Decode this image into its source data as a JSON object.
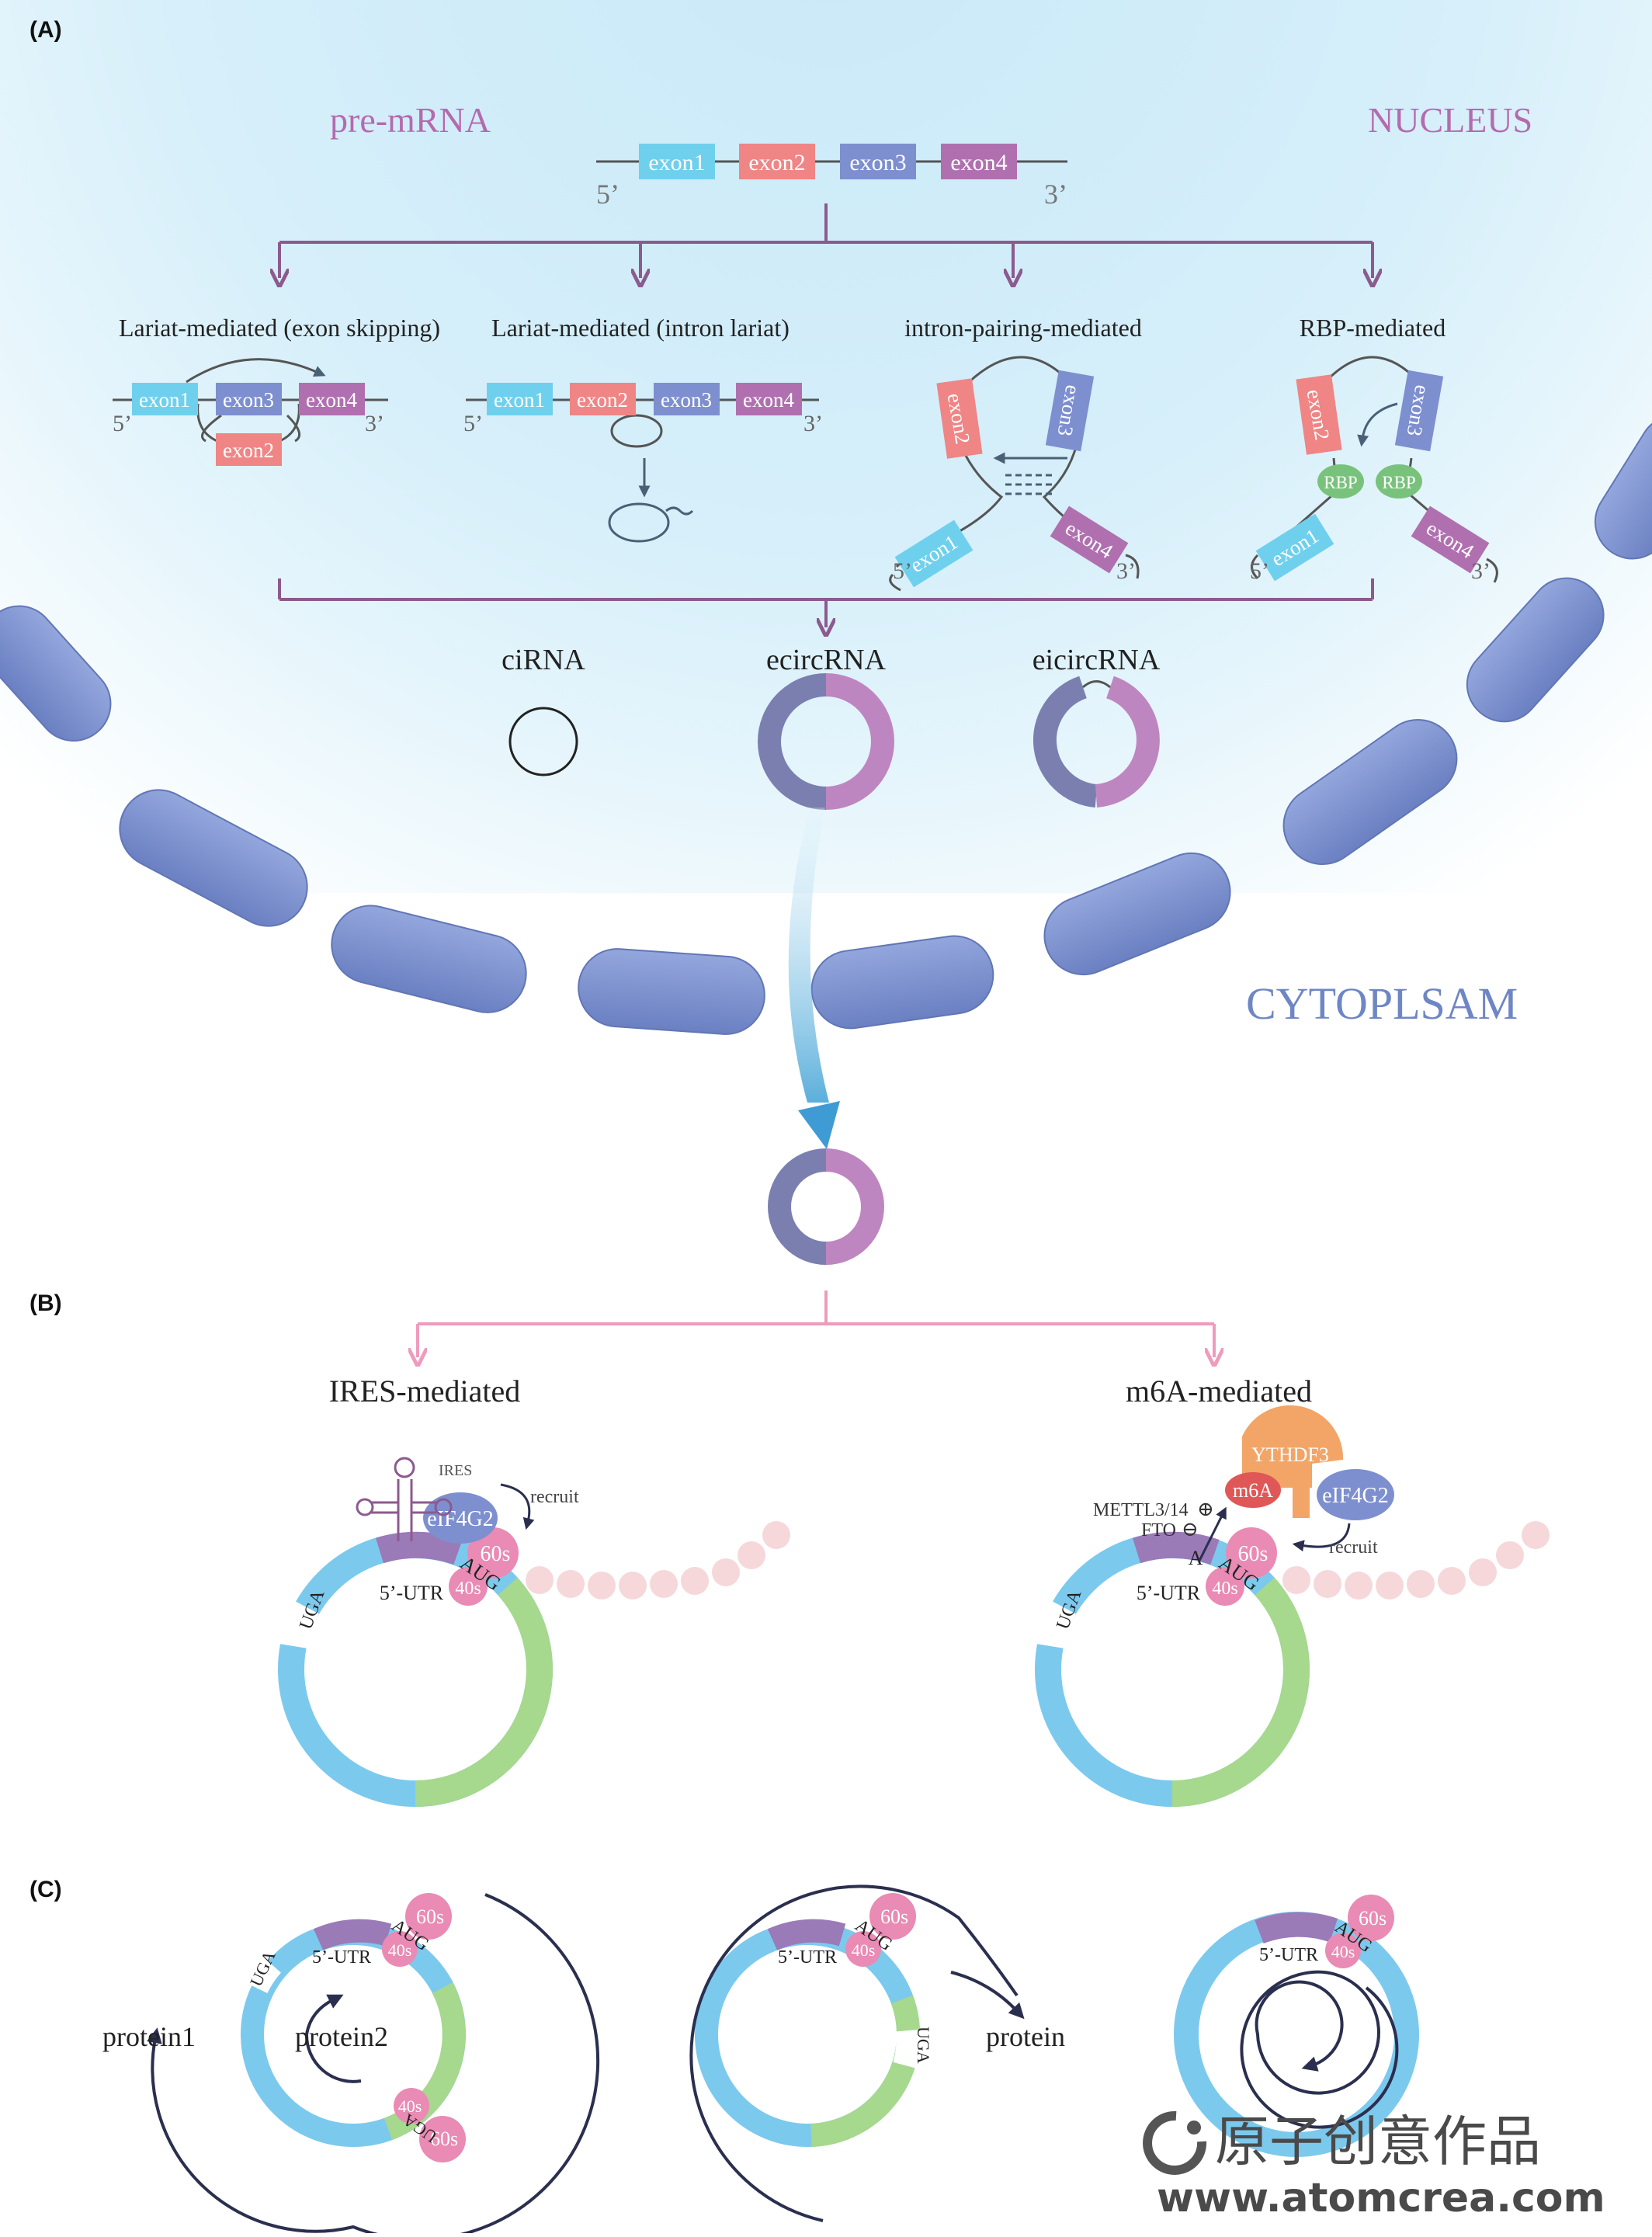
{
  "panels": {
    "a": "(A)",
    "b": "(B)",
    "c": "(C)"
  },
  "compartments": {
    "nucleus": "NUCLEUS",
    "cytoplasm": "CYTOPLSAM",
    "pre_mrna": "pre-mRNA"
  },
  "exons": {
    "e1": "exon1",
    "e2": "exon2",
    "e3": "exon3",
    "e4": "exon4"
  },
  "ends": {
    "five": "5’",
    "three": "3’"
  },
  "mechanisms": {
    "m1": "Lariat-mediated (exon skipping)",
    "m2": "Lariat-mediated (intron lariat)",
    "m3": "intron-pairing-mediated",
    "m4": "RBP-mediated",
    "rbp": "RBP"
  },
  "circ_types": {
    "ci": "ciRNA",
    "ec": "ecircRNA",
    "eic": "eicircRNA"
  },
  "translation": {
    "ires_title": "IRES-mediated",
    "m6a_title": "m6A-mediated",
    "ires": "IRES",
    "eif4g2": "eIF4G2",
    "recruit": "recruit",
    "ythdf3": "YTHDF3",
    "m6a": "m6A",
    "mettl": "METTL3/14",
    "fto": "FTO",
    "plus": "⊕",
    "minus": "⊖",
    "r60s": "60s",
    "r40s": "40s",
    "aug": "AUG",
    "utr": "5’-UTR",
    "uga": "UGA",
    "a": "A"
  },
  "modes": {
    "protein1": "protein1",
    "protein2": "protein2",
    "protein": "protein"
  },
  "watermark": {
    "brand": "原子创意作品",
    "url": "www.atomcrea.com"
  },
  "colors": {
    "nucleus_bg": "#d9f0fb",
    "envelope": "#7e95d1",
    "purple_line": "#8c5a8e",
    "pink_line": "#ee9bbd",
    "exon1": "#6fd0ee",
    "exon2": "#ef8585",
    "exon3": "#7d8fcf",
    "exon4": "#b070b0",
    "ribosome": "#e98bb4",
    "utr": "#9b7ab8",
    "cds": "#a6d88d",
    "rna_blue": "#7cc9ee",
    "rbp": "#79c27c",
    "ythdf3": "#f2a566",
    "m6a": "#e05757",
    "bead": "#f6d8da",
    "arrow_dark": "#2b2f4f"
  }
}
